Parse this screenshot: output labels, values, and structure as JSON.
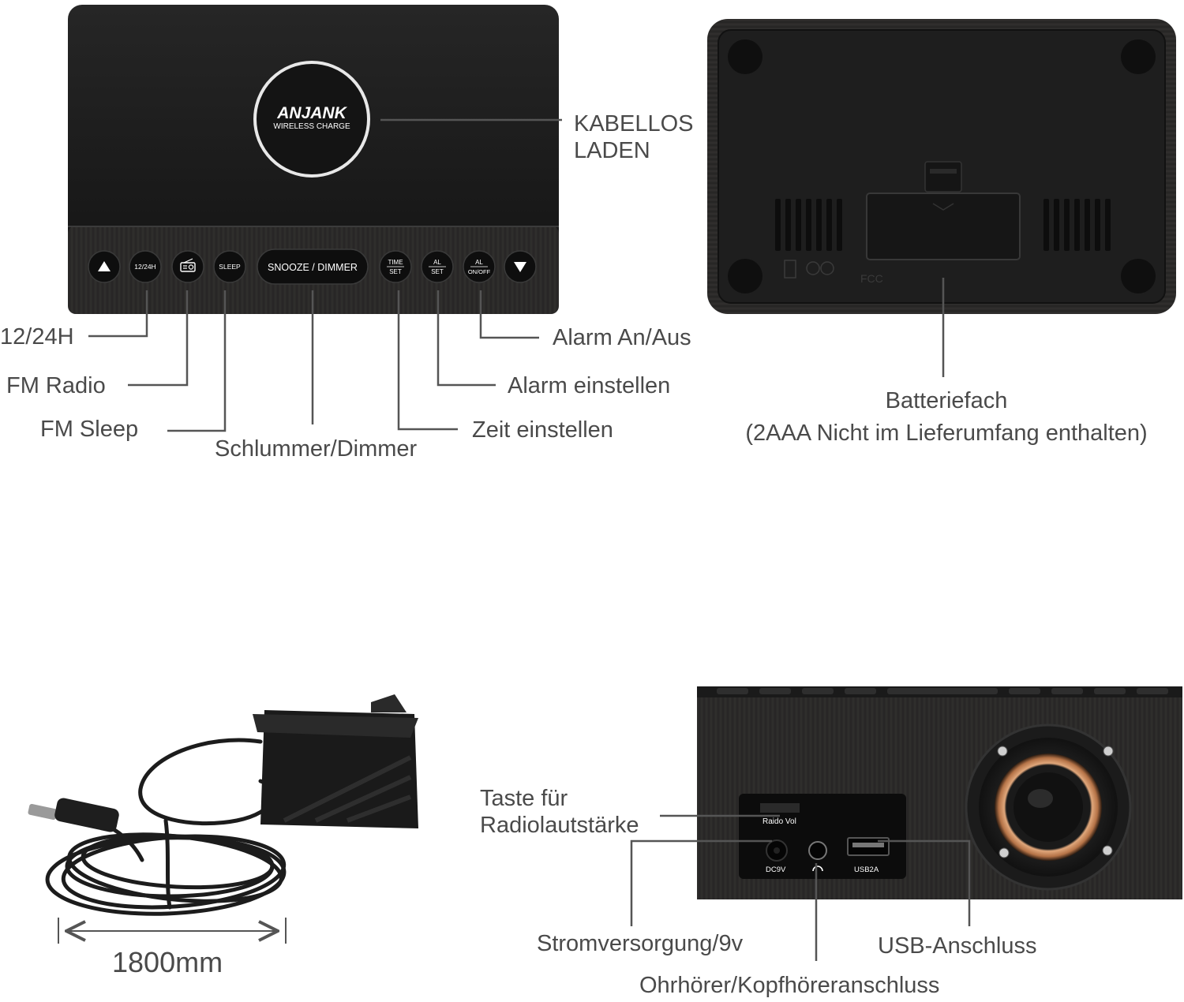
{
  "front_panel": {
    "brand": "ANJANK",
    "charge_text": "WIRELESS CHARGE",
    "buttons": [
      {
        "name": "up-button",
        "icon": "triangle-up-icon",
        "label": ""
      },
      {
        "name": "12-24h-button",
        "label": "12/24H"
      },
      {
        "name": "radio-button",
        "icon": "radio-icon",
        "label": ""
      },
      {
        "name": "sleep-button",
        "label": "SLEEP"
      },
      {
        "name": "snooze-dimmer-button",
        "label": "SNOOZE / DIMMER"
      },
      {
        "name": "time-set-button",
        "label_top": "TIME",
        "label_bottom": "SET"
      },
      {
        "name": "al-set-button",
        "label_top": "AL",
        "label_bottom": "SET"
      },
      {
        "name": "al-onoff-button",
        "label_top": "AL",
        "label_bottom": "ON/OFF"
      },
      {
        "name": "down-button",
        "icon": "triangle-down-icon",
        "label": ""
      }
    ]
  },
  "back_panel": {
    "fcc_mark": "FCC"
  },
  "side_panel": {
    "radio_vol": "Raido Vol",
    "dc_label": "DC9V",
    "usb_label": "USB2A"
  },
  "callouts": {
    "wireless": [
      "KABELLOS",
      "LADEN"
    ],
    "h1224": "12/24H",
    "fm_radio": "FM Radio",
    "fm_sleep": "FM Sleep",
    "snooze": "Schlummer/Dimmer",
    "time_set": "Zeit einstellen",
    "alarm_set": "Alarm einstellen",
    "alarm_onoff": "Alarm An/Aus",
    "battery": [
      "Batteriefach",
      "(2AAA Nicht im Lieferumfang enthalten)"
    ],
    "adapter_length": "1800mm",
    "radio_volume": [
      "Taste für",
      "Radiolautstärke"
    ],
    "power": "Stromversorgung/9v",
    "usb": "USB-Anschluss",
    "headphone": "Ohrhörer/Kopfhöreranschluss"
  },
  "colors": {
    "device_dark": "#1b1b1b",
    "wood_dark": "#2a2a2a",
    "callout_text": "#4a4a4a",
    "leader_line": "#555555",
    "speaker_copper": "#c98a5e"
  }
}
